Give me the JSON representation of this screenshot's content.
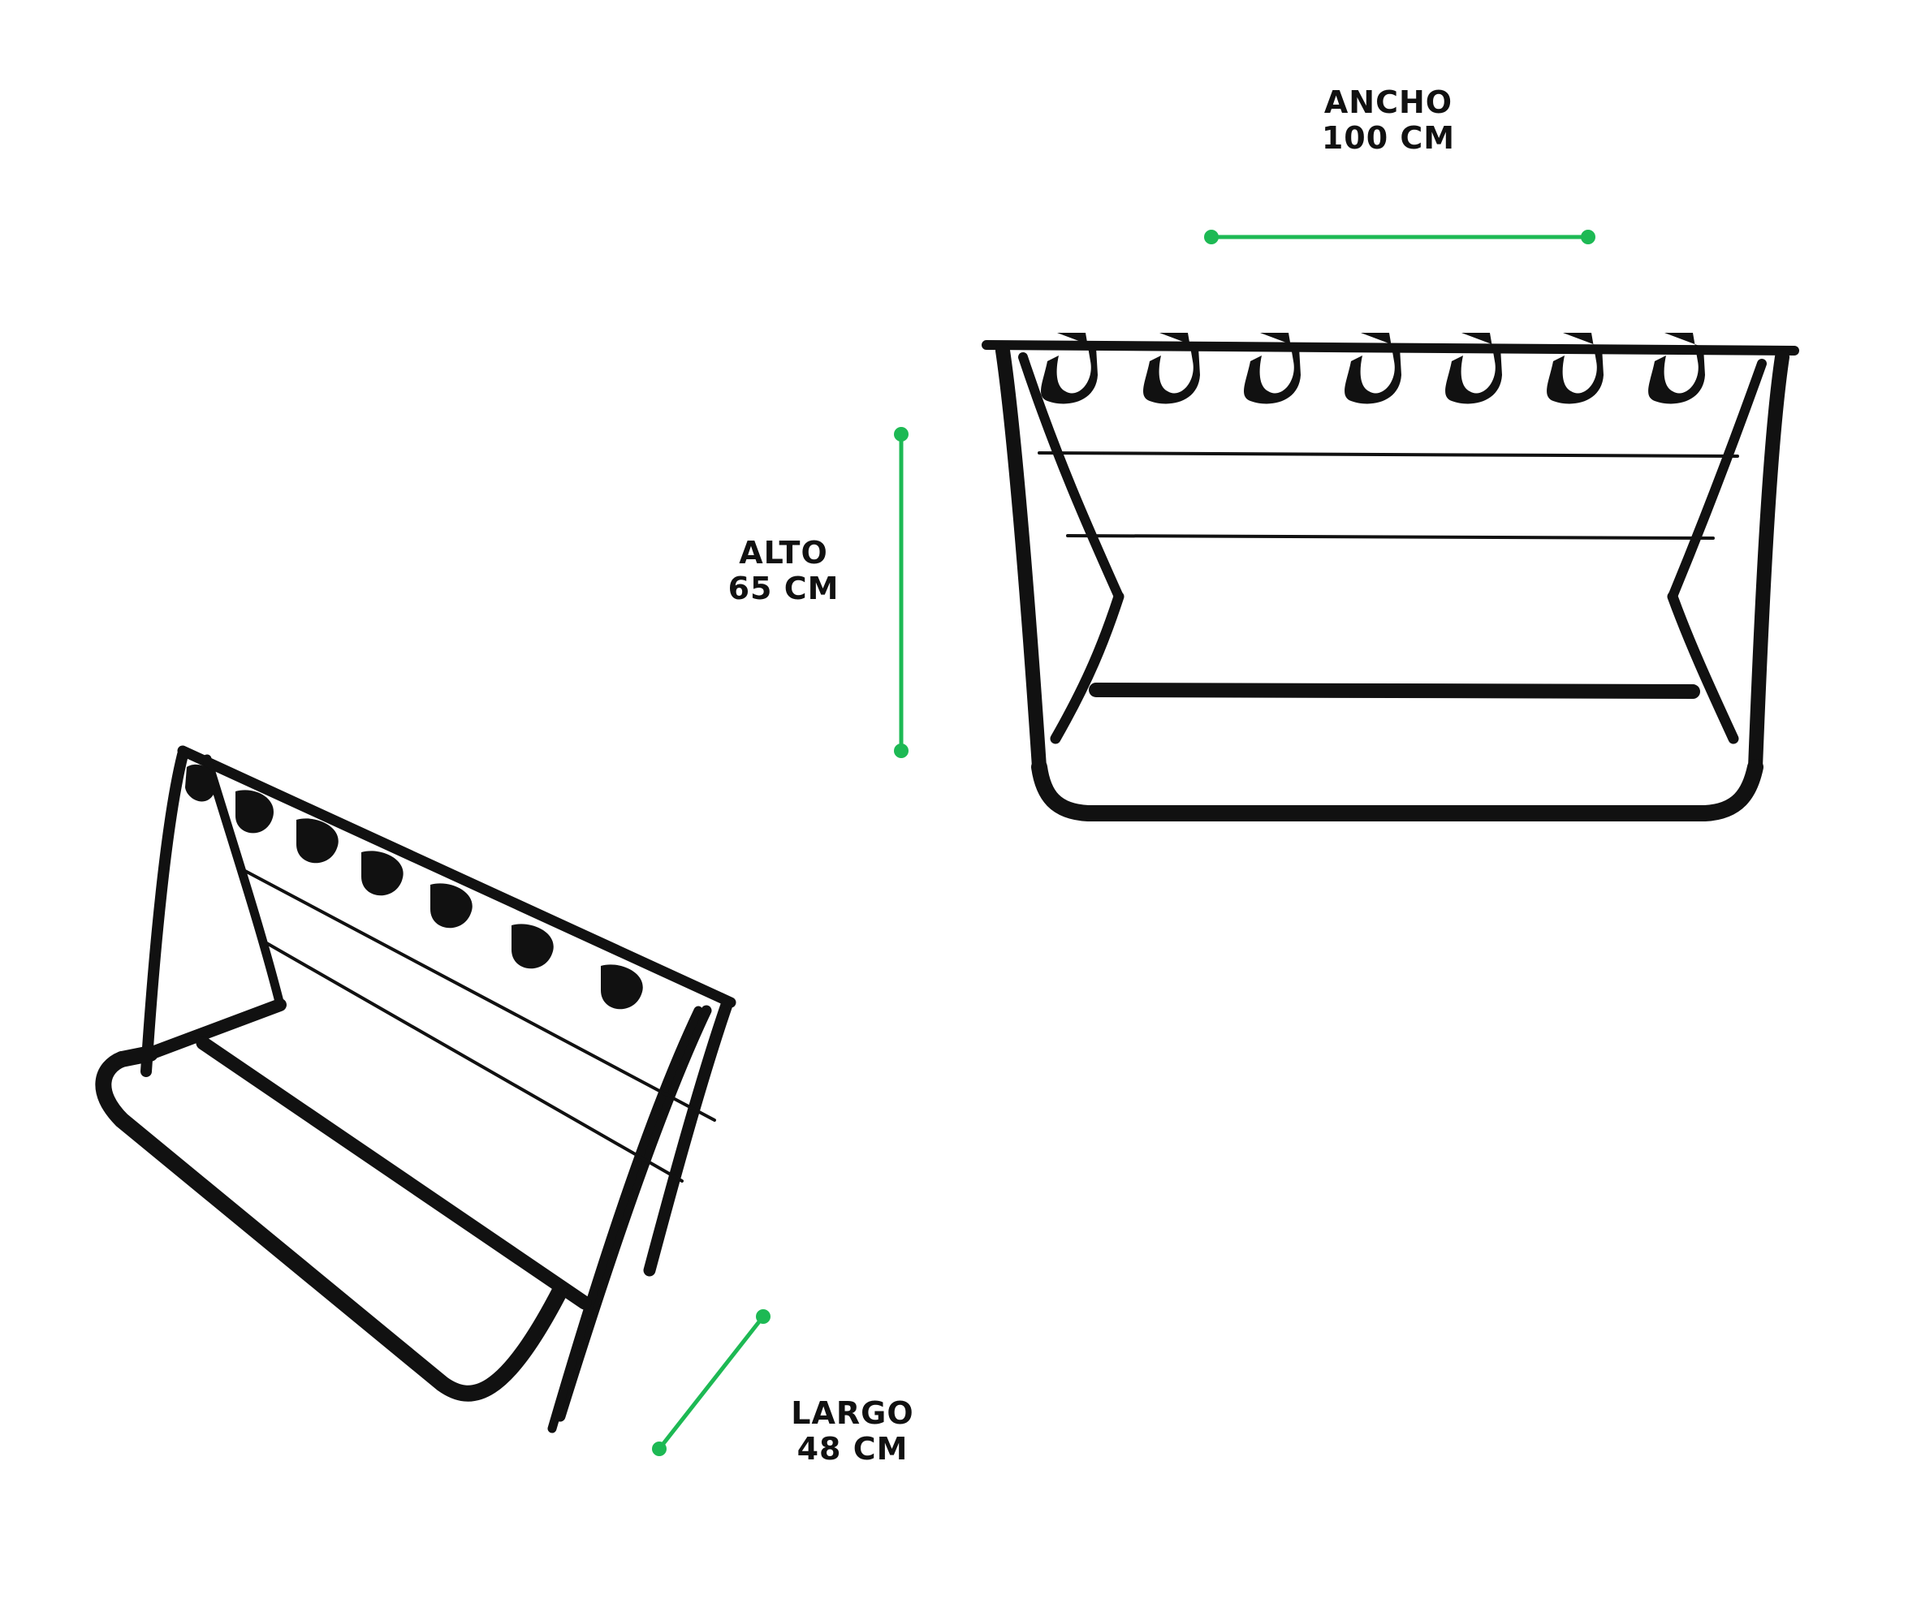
{
  "colors": {
    "accent": "#1db954",
    "frame": "#111111",
    "text": "#111111",
    "background": "#ffffff"
  },
  "dimensions": {
    "ancho": {
      "label": "ANCHO",
      "value": "100 CM"
    },
    "alto": {
      "label": "ALTO",
      "value": "65 CM"
    },
    "largo": {
      "label": "LARGO",
      "value": "48 CM"
    }
  },
  "product": {
    "hanger_count": 7
  }
}
